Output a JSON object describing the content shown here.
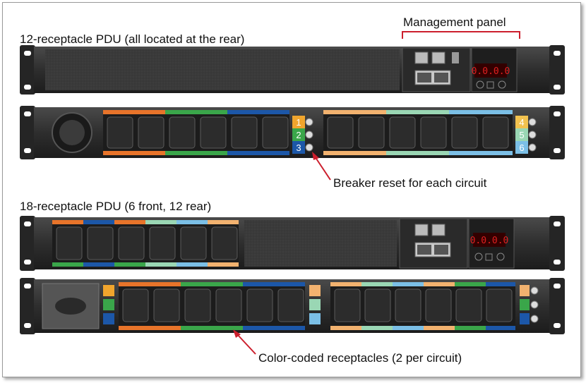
{
  "labels": {
    "pdu12": "12-receptacle PDU (all located at the rear)",
    "pdu18": "18-receptacle PDU (6 front, 12 rear)",
    "management": "Management panel",
    "breaker": "Breaker reset for each circuit",
    "colorcoded": "Color-coded receptacles (2 per circuit)"
  },
  "breaker_numbers_pdu12_left": [
    "1",
    "2",
    "3"
  ],
  "breaker_numbers_pdu12_right": [
    "4",
    "5",
    "6"
  ],
  "display_readout": "0.0.0.0",
  "circuit_colors": {
    "c1": "#e8742a",
    "c2": "#3aa64a",
    "c3": "#1c57a8",
    "c4": "#f2b26f",
    "c5": "#9ad7b4",
    "c6": "#7bbfe6",
    "accent_red": "#cc1f2d"
  }
}
